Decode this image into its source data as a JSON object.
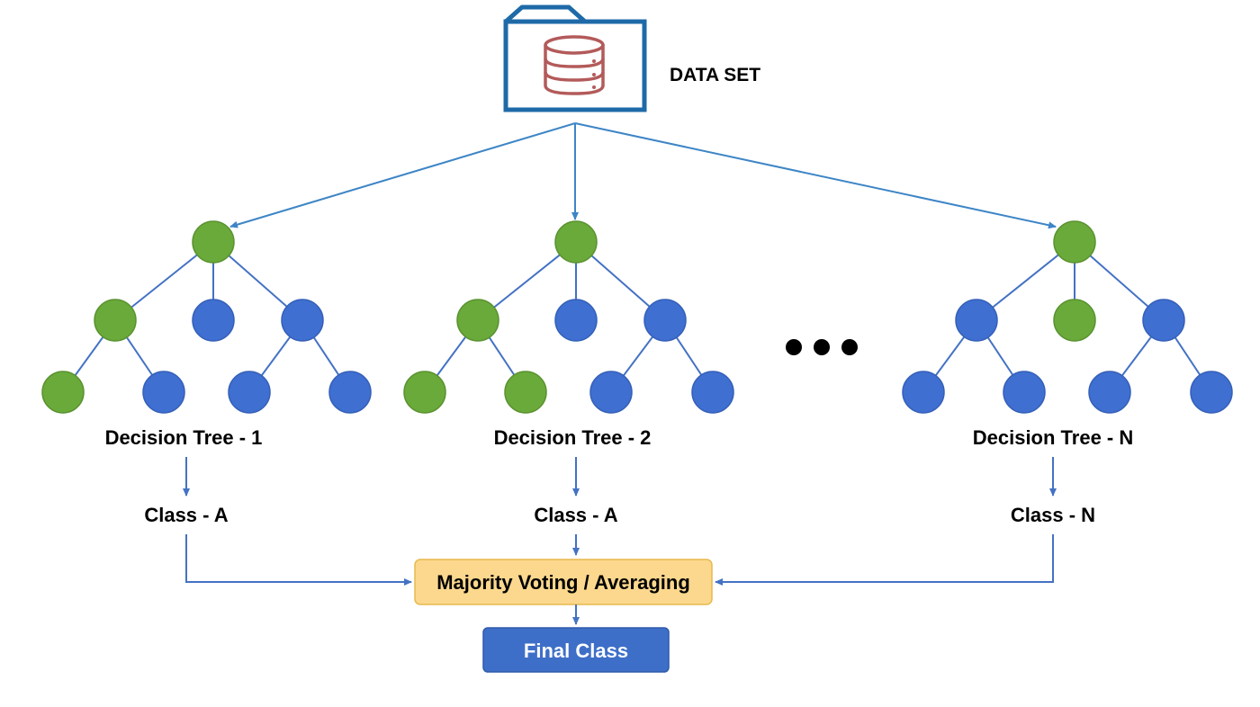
{
  "colors": {
    "arrow_blue": "#3d85c6",
    "connector_blue": "#4472c4",
    "node_green": "#6aaa3a",
    "node_blue": "#3f6fd1",
    "folder_blue": "#1e6aa8",
    "database_red": "#b35a5a",
    "vote_fill": "#fbd88d",
    "vote_stroke": "#e7b94d",
    "final_fill": "#3e6fc8",
    "final_text": "#ffffff"
  },
  "icons": {
    "dataset_folder": "folder-icon",
    "dataset_db": "database-icon",
    "ellipsis": "ellipsis-dots"
  },
  "dataset": {
    "label": "DATA SET"
  },
  "trees": [
    {
      "title": "Decision Tree - 1",
      "class_label": "Class - A",
      "node_colors": [
        "green",
        "green",
        "blue",
        "blue",
        "green",
        "blue",
        "blue",
        "blue"
      ]
    },
    {
      "title": "Decision Tree - 2",
      "class_label": "Class - A",
      "node_colors": [
        "green",
        "green",
        "blue",
        "blue",
        "green",
        "green",
        "blue",
        "blue"
      ]
    },
    {
      "title": "Decision Tree - N",
      "class_label": "Class - N",
      "node_colors": [
        "green",
        "blue",
        "green",
        "blue",
        "blue",
        "blue",
        "blue",
        "blue"
      ]
    }
  ],
  "vote": {
    "label": "Majority Voting / Averaging"
  },
  "final": {
    "label": "Final Class"
  }
}
